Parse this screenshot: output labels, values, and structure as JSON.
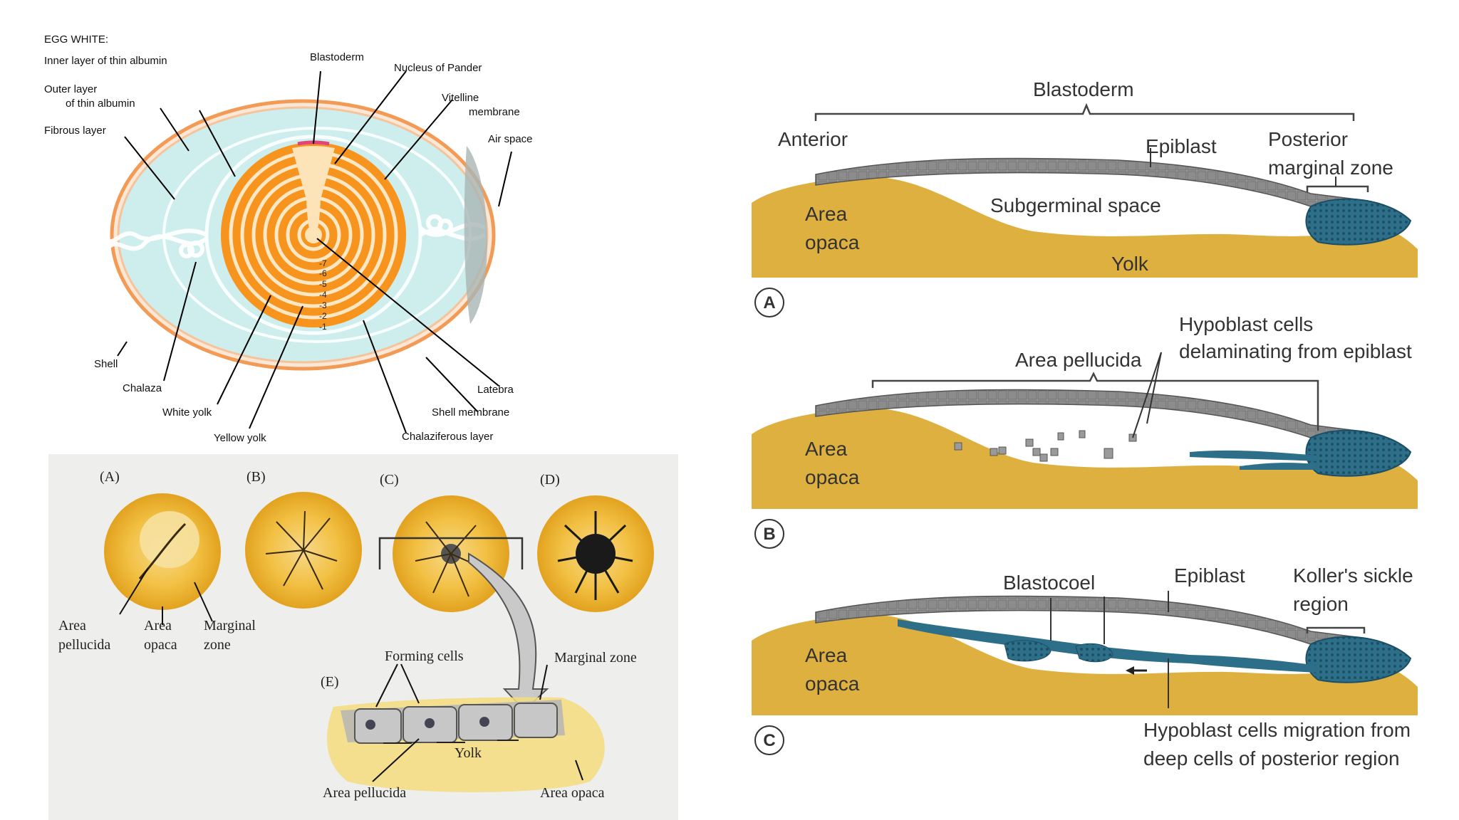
{
  "egg": {
    "egg_white_heading": "EGG WHITE:",
    "inner_thin_albumin": "Inner layer of thin albumin",
    "outer_layer_line1": "Outer layer",
    "outer_layer_line2": "of thin albumin",
    "fibrous_layer": "Fibrous layer",
    "blastoderm": "Blastoderm",
    "nucleus_of_pander": "Nucleus of Pander",
    "vitelline_line1": "Vitelline",
    "vitelline_line2": "membrane",
    "air_space": "Air space",
    "shell": "Shell",
    "chalaza": "Chalaza",
    "white_yolk": "White yolk",
    "yellow_yolk": "Yellow yolk",
    "latebra": "Latebra",
    "shell_membrane": "Shell membrane",
    "chalaziferous_layer": "Chalaziferous layer",
    "ring_numbers": [
      "-7",
      "-6",
      "-5",
      "-4",
      "-3",
      "-2",
      "-1"
    ],
    "colors": {
      "albumin": "#cdeeed",
      "yolk": "#f7941e",
      "shell": "#f4a460",
      "latebra": "#fce4b8",
      "blastoderm_mark": "#e0457b"
    }
  },
  "blastula": {
    "label_a": "(A)",
    "label_b": "(B)",
    "label_c": "(C)",
    "label_d": "(D)",
    "label_e": "(E)",
    "area_pellucida_line1": "Area",
    "area_pellucida_line2": "pellucida",
    "area_opaca_line1": "Area",
    "area_opaca_line2": "opaca",
    "marginal_zone_line1": "Marginal",
    "marginal_zone_line2": "zone",
    "forming_cells": "Forming cells",
    "marginal_zone": "Marginal zone",
    "yolk": "Yolk",
    "area_pellucida": "Area pellucida",
    "area_opaca": "Area opaca",
    "colors": {
      "background": "#eeeeec",
      "disc": "#f2b52c"
    }
  },
  "sections": {
    "a": {
      "letter": "A",
      "blastoderm": "Blastoderm",
      "anterior": "Anterior",
      "epiblast": "Epiblast",
      "posterior_line1": "Posterior",
      "posterior_line2": "marginal zone",
      "area_opaca_line1": "Area",
      "area_opaca_line2": "opaca",
      "subgerminal_space": "Subgerminal space",
      "yolk": "Yolk"
    },
    "b": {
      "letter": "B",
      "hypoblast_line1": "Hypoblast cells",
      "hypoblast_line2": "delaminating from epiblast",
      "area_pellucida": "Area pellucida",
      "area_opaca_line1": "Area",
      "area_opaca_line2": "opaca"
    },
    "c": {
      "letter": "C",
      "blastocoel": "Blastocoel",
      "epiblast": "Epiblast",
      "kollers_line1": "Koller's sickle",
      "kollers_line2": "region",
      "area_opaca_line1": "Area",
      "area_opaca_line2": "opaca",
      "migration_line1": "Hypoblast cells migration from",
      "migration_line2": "deep cells of posterior region"
    },
    "colors": {
      "yolk": "#deb040",
      "epiblast": "#9a9a9a",
      "posterior": "#2a6f88"
    }
  }
}
